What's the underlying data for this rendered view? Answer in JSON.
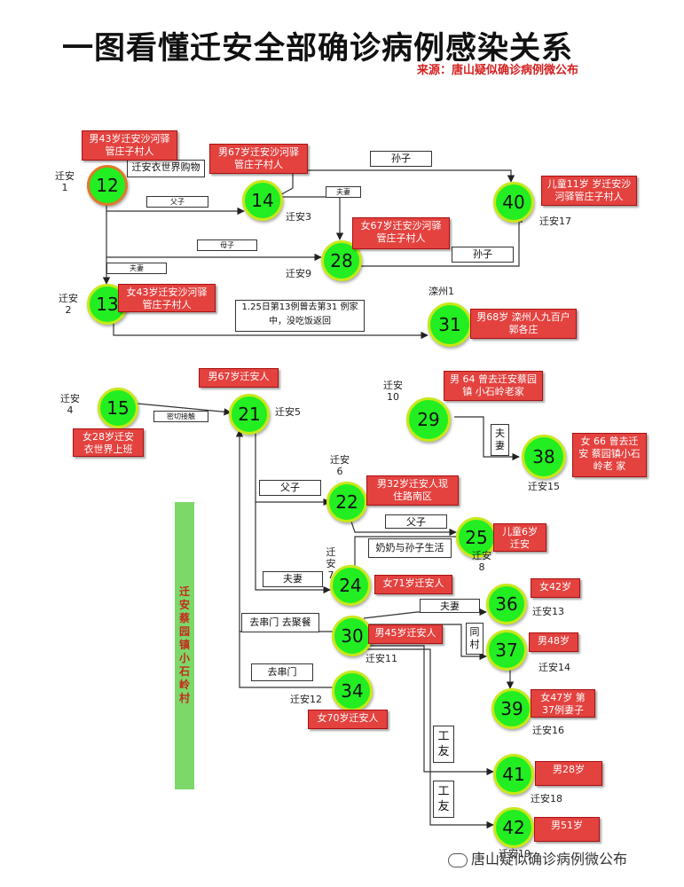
{
  "title": "一图看懂迁安全部确诊病例感染关系",
  "source": "来源：唐山疑似确诊病例微公布",
  "village_label": "迁安蔡园镇小石岭村",
  "watermark": "唐山疑似确诊病例微公布",
  "colors": {
    "node_fill": "#22ee22",
    "node_ring": "#c8e818",
    "highlight_ring": "#e07a2a",
    "desc_fill": "#e3423f",
    "village_bar": "#7dd86a"
  },
  "nodes": [
    {
      "num": "12",
      "case": "迁安 1",
      "desc": "男43岁迁安沙河驿 管庄子村人",
      "highlight": true
    },
    {
      "num": "14",
      "case": "迁安3",
      "desc": "男67岁迁安沙河驿 管庄子村人"
    },
    {
      "num": "40",
      "case": "迁安17",
      "desc": "儿童11岁 岁迁安沙河驿管庄子村人"
    },
    {
      "num": "28",
      "case": "迁安9",
      "desc": "女67岁迁安沙河驿 管庄子村人"
    },
    {
      "num": "13",
      "case": "迁安 2",
      "desc": "女43岁迁安沙河驿 管庄子村人"
    },
    {
      "num": "31",
      "case": "滦州1",
      "desc": "男68岁 滦州人九百户 郭各庄"
    },
    {
      "num": "15",
      "case": "迁安 4",
      "desc": "女28岁迁安 衣世界上班"
    },
    {
      "num": "21",
      "case": "迁安5",
      "desc": "男67岁迁安人"
    },
    {
      "num": "29",
      "case": "迁安 10",
      "desc": "男 64 曾去迁安蔡园镇 小石岭老家"
    },
    {
      "num": "38",
      "case": "迁安15",
      "desc": "女 66 曾去迁安 蔡园镇小石岭老 家"
    },
    {
      "num": "22",
      "case": "迁安 6",
      "desc": "男32岁迁安人现 住路南区"
    },
    {
      "num": "25",
      "case": "迁安 8",
      "desc": "儿童6岁 迁安"
    },
    {
      "num": "24",
      "case": "迁安 7",
      "desc": "女71岁迁安人"
    },
    {
      "num": "36",
      "case": "迁安13",
      "desc": "女42岁"
    },
    {
      "num": "30",
      "case": "迁安11",
      "desc": "男45岁迁安人"
    },
    {
      "num": "37",
      "case": "迁安14",
      "desc": "男48岁"
    },
    {
      "num": "39",
      "case": "迁安16",
      "desc": "女47岁 第 37例妻子"
    },
    {
      "num": "34",
      "case": "迁安12",
      "desc": "女70岁迁安人"
    },
    {
      "num": "41",
      "case": "迁安18",
      "desc": "男28岁"
    },
    {
      "num": "42",
      "case": "迁安19",
      "desc": "男51岁"
    }
  ],
  "relations": {
    "shopping": "迁安衣世界购物",
    "grandson_1": "孙子",
    "father_son_1": "父子",
    "spouse_1": "夫妻",
    "mother_son": "母子",
    "grandson_2": "孙子",
    "spouse_2": "夫妻",
    "jan25_note": "1.25日第13例曾去第31 例家中，没吃饭返回",
    "close_contact": "密切接触",
    "spouse_3": "夫 妻",
    "father_son_2": "父子",
    "father_son_3": "父子",
    "grandma_grandson": "奶奶与孙子生活",
    "spouse_4": "夫妻",
    "spouse_5": "夫妻",
    "same_village": "同 村",
    "visit_dinner": "去串门 去聚餐",
    "visit": "去串门",
    "coworker_1": "工 友",
    "coworker_2": "工 友"
  }
}
